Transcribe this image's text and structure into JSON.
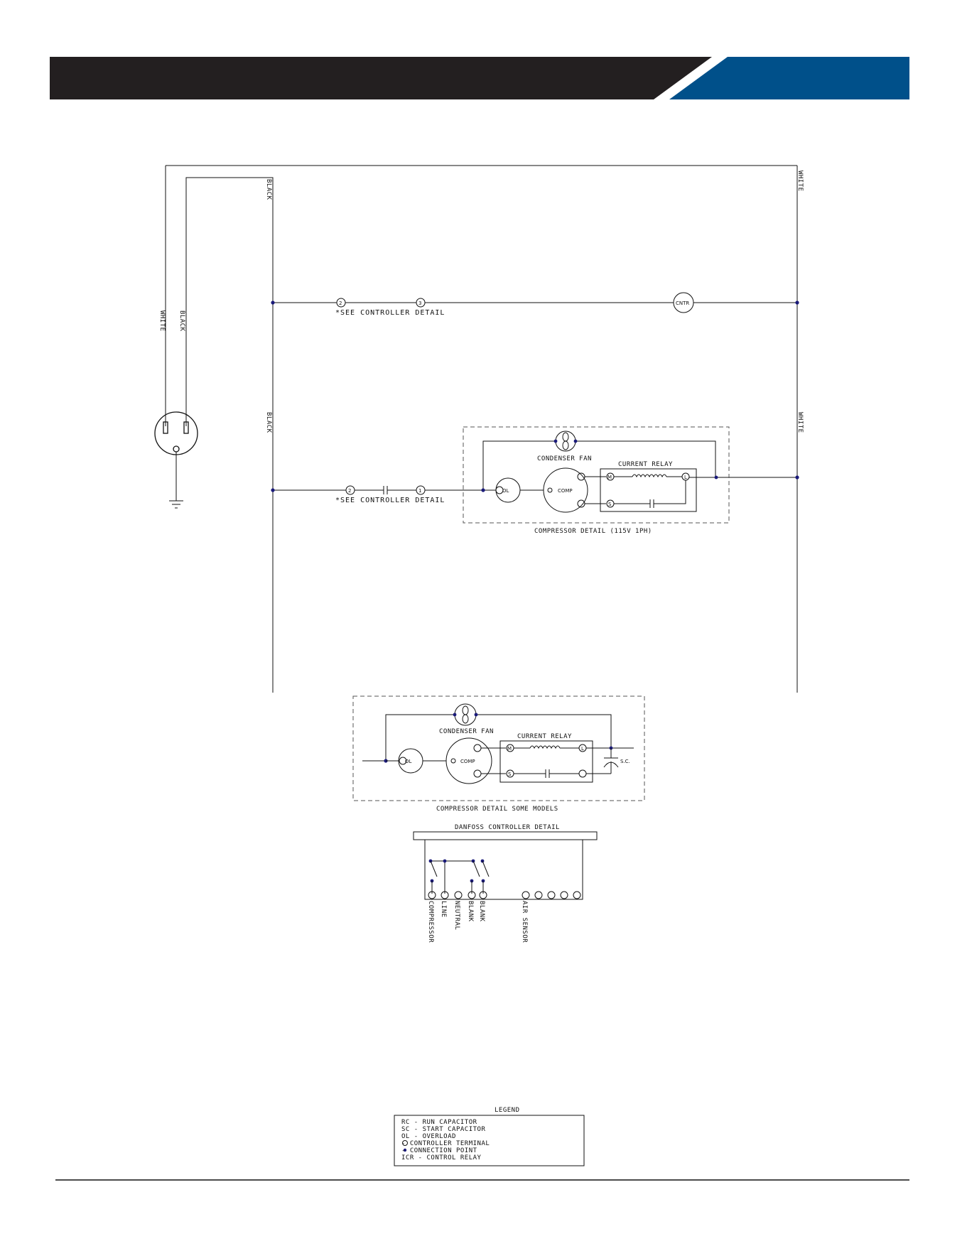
{
  "colors": {
    "header_dark": "#231f20",
    "header_blue": "#00508a",
    "wire": "#111111",
    "node": "#1a1a7a"
  },
  "wires": {
    "black": "BLACK",
    "white": "WHITE"
  },
  "controller_terminals": {
    "t1": "1",
    "t2": "2",
    "t3": "3"
  },
  "controller_detail_note": "*SEE CONTROLLER DETAIL",
  "components": {
    "cntr": "CNTR",
    "condenser_fan": "CONDENSER FAN",
    "current_relay": "CURRENT RELAY",
    "ol": "OL",
    "comp": "COMP",
    "sc": "S.C.",
    "relay_m": "M",
    "relay_s": "S",
    "relay_l": "L"
  },
  "compressor_detail_title": "COMPRESSOR DETAIL (115V 1PH)",
  "compressor_detail_some_title": "COMPRESSOR DETAIL SOME MODELS",
  "danfoss": {
    "title": "DANFOSS CONTROLLER DETAIL",
    "terminal_labels": [
      "COMPRESSOR",
      "LINE",
      "NEUTRAL",
      "BLANK",
      "BLANK"
    ],
    "air_sensor": "AIR SENSOR"
  },
  "legend": {
    "title": "LEGEND",
    "items": [
      "RC  -  RUN CAPACITOR",
      "SC  -  START CAPACITOR",
      "OL  -  OVERLOAD",
      "     -  CONTROLLER TERMINAL",
      "     -  CONNECTION POINT",
      "ICR -  CONTROL RELAY"
    ]
  }
}
